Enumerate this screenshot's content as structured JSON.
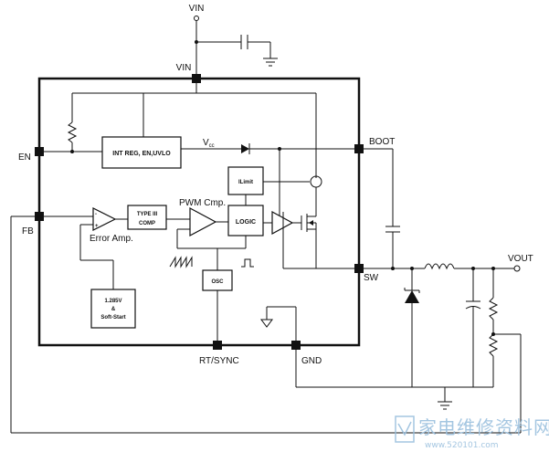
{
  "pins": {
    "vin_top": "VIN",
    "vin": "VIN",
    "en": "EN",
    "fb": "FB",
    "boot": "BOOT",
    "sw": "SW",
    "rt_sync": "RT/SYNC",
    "gnd": "GND",
    "vout": "VOUT"
  },
  "blocks": {
    "int_reg": "INT REG, EN,UVLO",
    "type3_line1": "TYPE III",
    "type3_line2": "COMP",
    "ilimit": "ILimit",
    "logic": "LOGIC",
    "osc": "OSC",
    "ref_line1": "1.285V",
    "ref_line2": "&",
    "ref_line3": "Soft-Start"
  },
  "labels": {
    "vcc_main": "V",
    "vcc_sub": "cc",
    "pwm_cmp": "PWM Cmp.",
    "error_amp": "Error Amp."
  },
  "watermark": {
    "text": "家电维修资料网",
    "url": "www.520101.com"
  }
}
